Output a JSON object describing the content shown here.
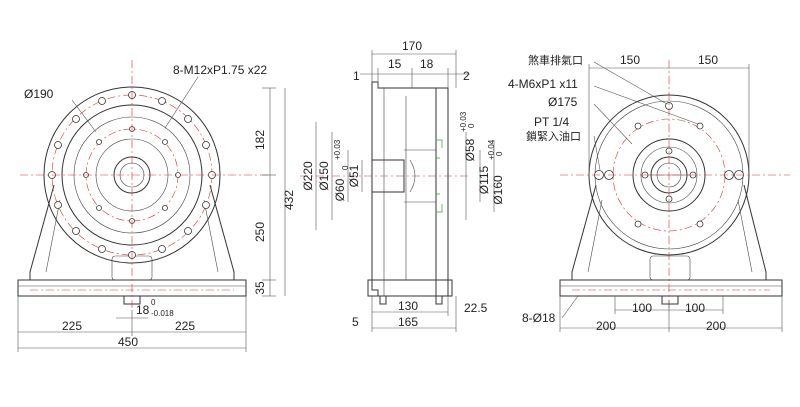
{
  "front_view": {
    "bolt_spec": "8-M12xP1.75   x22",
    "diameter_outer": "Ø190",
    "height_top": "182",
    "height_total": "432",
    "height_lower": "250",
    "base_height": "35",
    "keyway": "18",
    "keyway_tol_upper": "0",
    "keyway_tol_lower": "-0.018",
    "half_width_left": "225",
    "half_width_right": "225",
    "overall_width": "450"
  },
  "side_view": {
    "total_length": "170",
    "offset_left": "1",
    "len_15": "15",
    "len_18": "18",
    "offset_right": "2",
    "dia_220": "Ø220",
    "dia_150": "Ø150",
    "dia_60": "Ø60",
    "dia_60_tol_upper": "+0.03",
    "dia_60_tol_lower": "0",
    "dia_51": "Ø51",
    "dia_58": "Ø58",
    "dia_58_tol_upper": "+0.03",
    "dia_58_tol_lower": "0",
    "dia_115": "Ø115",
    "dia_160": "Ø160",
    "dia_160_tol_upper": "+0.04",
    "dia_160_tol_lower": "0",
    "len_130": "130",
    "len_165": "165",
    "len_5": "5",
    "len_22_5": "22.5"
  },
  "rear_view": {
    "brake_exhaust_label": "煞車排氣口",
    "tap_spec": "4-M6xP1  x11",
    "dia_175": "Ø175",
    "pt_spec": "PT 1/4",
    "oil_inlet_label": "鎖緊入油口",
    "half_top_left": "150",
    "half_top_right": "150",
    "base_holes": "8-Ø18",
    "inner_left": "100",
    "inner_right": "100",
    "outer_left": "200",
    "outer_right": "200"
  }
}
